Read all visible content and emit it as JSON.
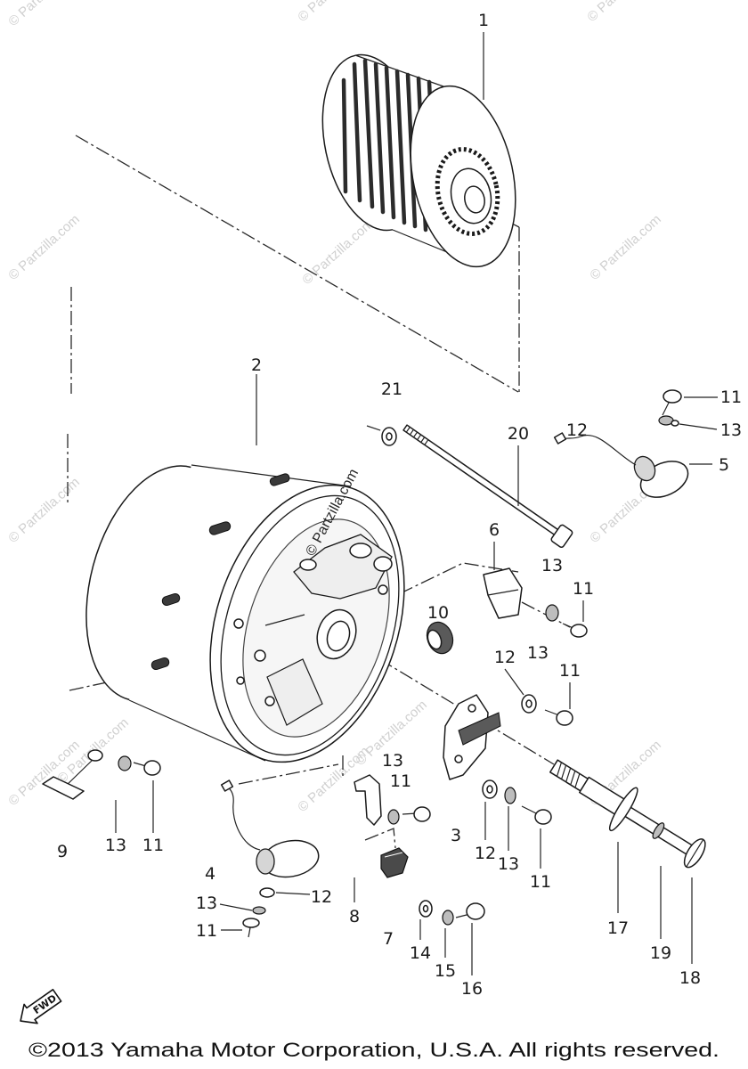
{
  "callouts": [
    "1",
    "2",
    "21",
    "20",
    "11",
    "13",
    "12",
    "5",
    "6",
    "13",
    "11",
    "10",
    "13",
    "12",
    "11",
    "13",
    "11",
    "3",
    "12",
    "13",
    "11",
    "9",
    "13",
    "11",
    "4",
    "13",
    "12",
    "11",
    "8",
    "7",
    "14",
    "15",
    "16",
    "17",
    "19",
    "18"
  ],
  "fwd_arrow": {
    "label": "FWD"
  },
  "copyright": "©2013 Yamaha Motor Corporation, U.S.A. All rights reserved.",
  "watermark": "© Partzilla.com"
}
